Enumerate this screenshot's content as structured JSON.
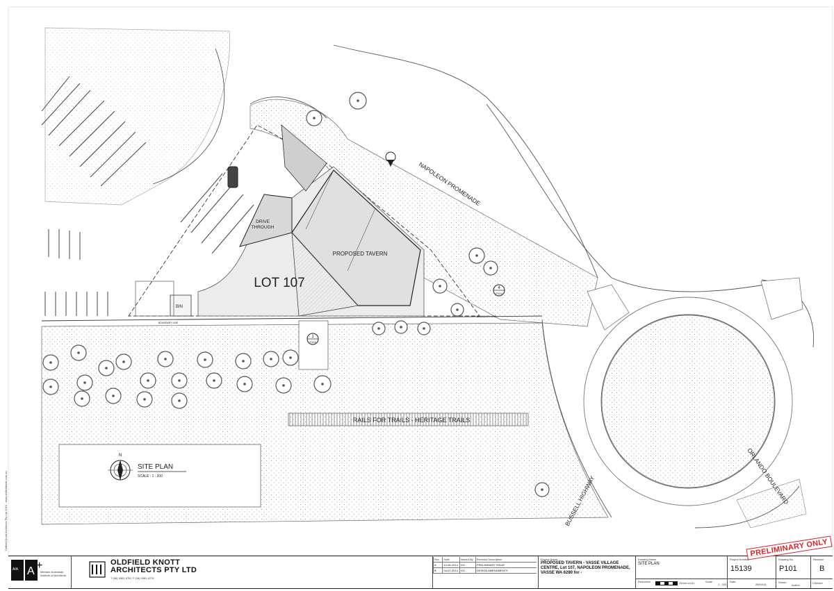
{
  "plan": {
    "lot_label": "LOT 107",
    "building_label": "PROPOSED TAVERN",
    "drive_through_line1": "DRIVE",
    "drive_through_line2": "THROUGH",
    "bin_label": "BIN",
    "boundary_label": "BOUNDARY LINE",
    "trail_label": "RAILS FOR TRAILS - HERITAGE TRAILS",
    "streets": {
      "napoleon": "NAPOLEON PROMENADE",
      "bussell": "BUSSELL HIGHWAY",
      "orlando": "ORLANDO BOULEVARD"
    },
    "section_markers": [
      {
        "number": "4",
        "sheet": "P104"
      },
      {
        "number": "1",
        "sheet": "P104"
      }
    ],
    "site_plan_title": "SITE PLAN",
    "site_plan_scale": "SCALE : 1 : 200",
    "north_label": "N"
  },
  "title_block": {
    "firm_line1": "OLDFIELD KNOTT",
    "firm_line2": "ARCHITECTS PTY LTD",
    "firm_contact": "T (08) 9381 9761   F (08) 9381 4278",
    "institute": "Member Australian Institute of Architects",
    "revisions": {
      "headers": [
        "Rev",
        "Date",
        "Issued By",
        "Revision Description"
      ],
      "rows": [
        [
          "A",
          "10-06-2013",
          "DG",
          "PRELIMINARY ISSUE"
        ],
        [
          "B",
          "04-07-2013",
          "DG",
          "DESIGN AMENDMENTS"
        ]
      ]
    },
    "project_name_label": "Project Name",
    "project_name": "PROPOSED TAVERN - VASSE VILLAGE CENTRE, Lot 107, NAPOLEON PROMENADE, VASSE WA 6280 for -",
    "drawing_name_label": "Drawing Name",
    "drawing_name": "SITE PLAN",
    "project_number_label": "Project Number",
    "project_number": "15139",
    "drawing_no_label": "Drawing No.",
    "drawing_no": "P101",
    "revision_label": "Revision",
    "revision": "B",
    "reduction_label": "Reduction",
    "reduction_value": "25mm on A1",
    "scale_label": "Scale",
    "scale_value": "1 : 200",
    "date_label": "Date",
    "date_value": "28/04/16",
    "drawn_label": "Drawn",
    "author_label": "Author",
    "checker_label": "Checker",
    "stamp": "PRELIMINARY ONLY",
    "side_note": "Oldfield Knott Architects Pty Ltd 2016 - www.oldfieldknott.com.au"
  },
  "colors": {
    "stamp_red": "#d6252d",
    "line": "#222222",
    "building_fill": "#e7e7e7",
    "tree": "#5a5a5a"
  }
}
